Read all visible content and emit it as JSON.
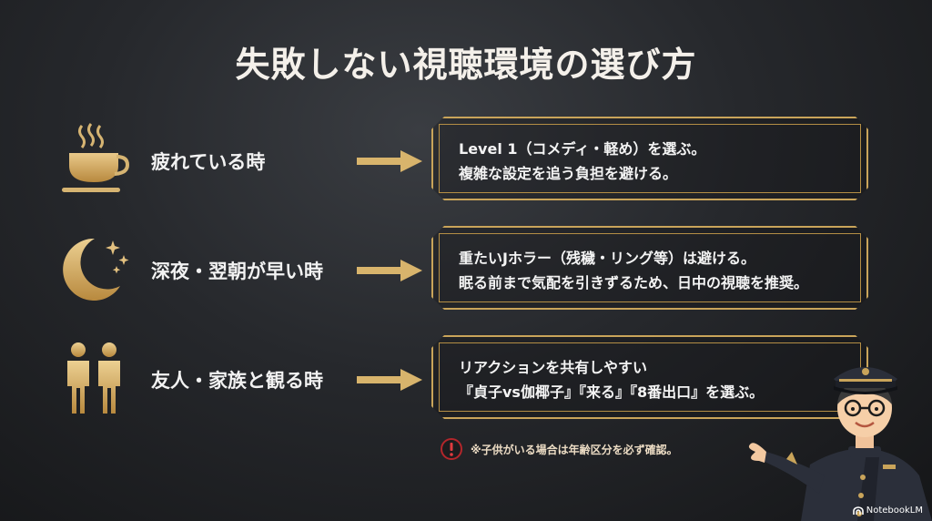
{
  "title": "失敗しない視聴環境の選び方",
  "rows": [
    {
      "icon": "coffee-cup-icon",
      "label": "疲れている時",
      "lines": [
        "Level 1（コメディ・軽め）を選ぶ。",
        "複雑な設定を追う負担を避ける。"
      ]
    },
    {
      "icon": "crescent-moon-stars-icon",
      "label": "深夜・翌朝が早い時",
      "lines": [
        "重たいJホラー（残穢・リング等）は避ける。",
        "眠る前まで気配を引きずるため、日中の視聴を推奨。"
      ]
    },
    {
      "icon": "two-people-icon",
      "label": "友人・家族と観る時",
      "lines": [
        "リアクションを共有しやすい",
        "『貞子vs伽椰子』『来る』『8番出口』を選ぶ。"
      ]
    }
  ],
  "warning": {
    "icon": "exclamation-icon",
    "text": "※子供がいる場合は年齢区分を必ず確認。"
  },
  "branding": "NotebookLM",
  "colors": {
    "gold": "#c9a45a",
    "background": "#26282c",
    "warning_red": "#b3262b"
  }
}
